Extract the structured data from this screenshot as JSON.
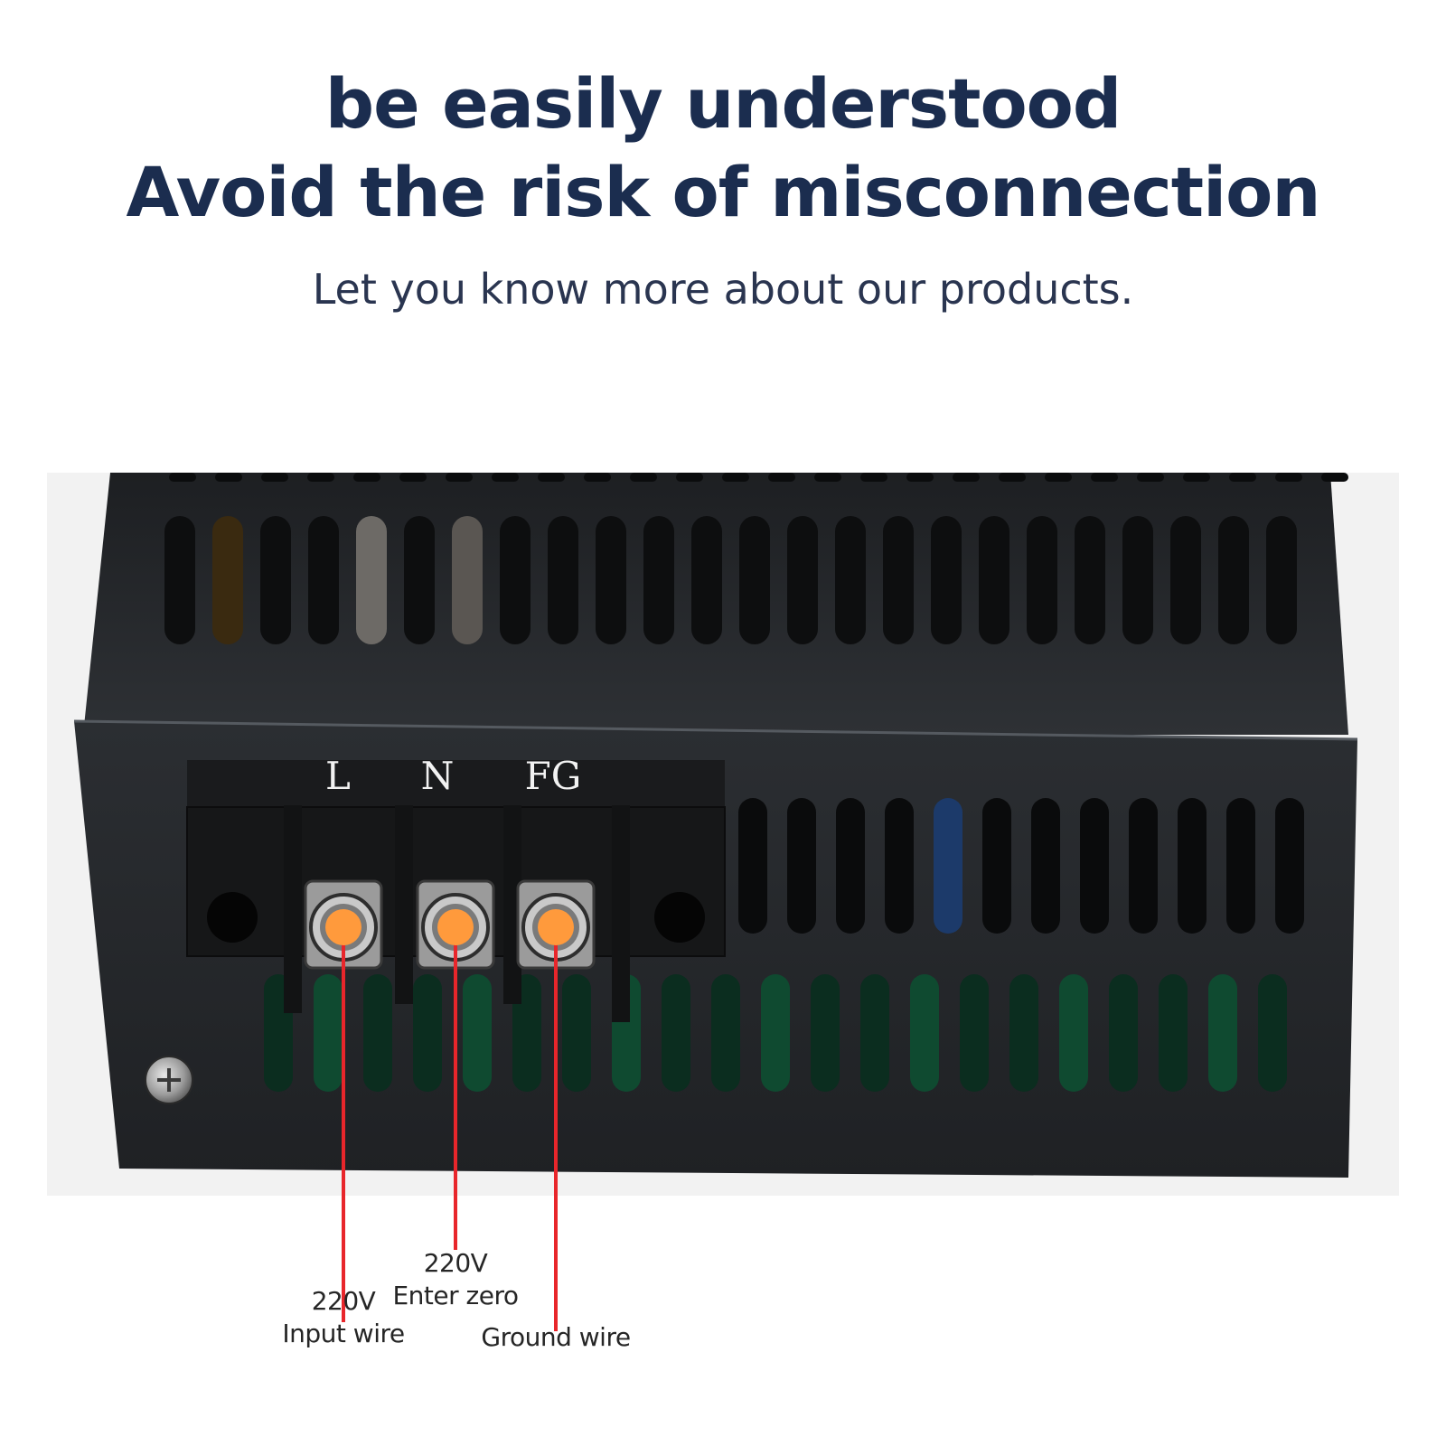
{
  "headline": {
    "line1": "be easily understood",
    "line2": "Avoid the risk of misconnection"
  },
  "subheadline": "Let you know more about our products.",
  "terminals": {
    "labels": [
      "L",
      "N",
      "FG"
    ]
  },
  "callouts": [
    {
      "voltage": "220V",
      "label": "Input wire"
    },
    {
      "voltage": "220V",
      "label": "Enter zero"
    },
    {
      "voltage": "",
      "label": "Ground wire"
    }
  ],
  "colors": {
    "headline": "#1b2d4f",
    "marker": "#ff9a3c",
    "leader_line": "#e8262b",
    "chassis": "#24262a"
  }
}
